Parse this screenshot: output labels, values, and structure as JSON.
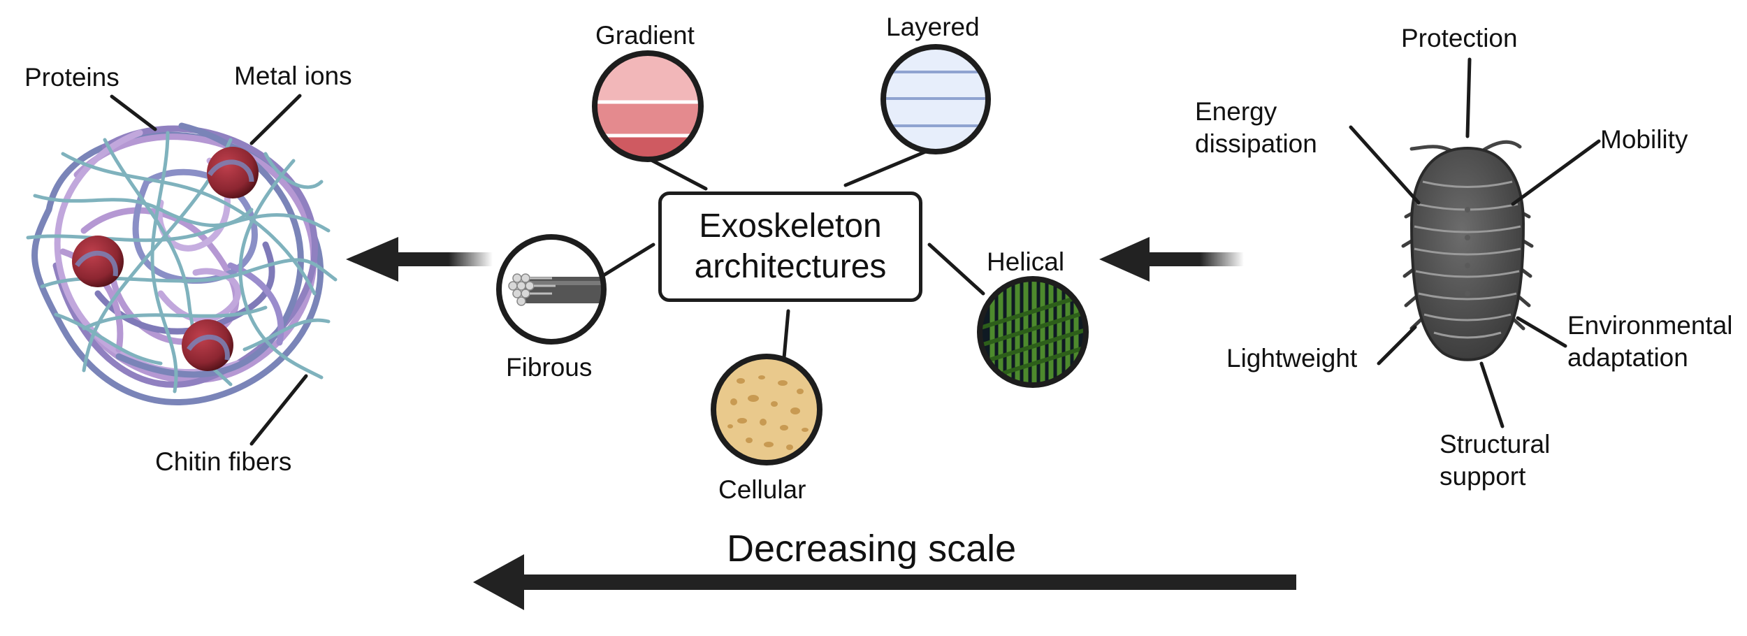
{
  "center": {
    "line1": "Exoskeleton",
    "line2": "architectures"
  },
  "molecular": {
    "proteins": "Proteins",
    "metal_ions": "Metal ions",
    "chitin_fibers": "Chitin fibers"
  },
  "architectures": {
    "gradient": "Gradient",
    "layered": "Layered",
    "fibrous": "Fibrous",
    "helical": "Helical",
    "cellular": "Cellular"
  },
  "functions": {
    "protection": "Protection",
    "energy_dissipation": "Energy\ndissipation",
    "mobility": "Mobility",
    "lightweight": "Lightweight",
    "environmental_adaptation": "Environmental\nadaptation",
    "structural_support": "Structural\nsupport"
  },
  "scale": {
    "label": "Decreasing scale"
  },
  "colors": {
    "gradient_light": "#f2b7b9",
    "gradient_mid": "#e48a8e",
    "gradient_dark": "#cf5a61",
    "layered_fill": "#e7eefb",
    "layered_line": "#8fa3d0",
    "helical_green": "#3f7a25",
    "cellular_fill": "#e9c98c",
    "protein_purple": "#b598d3",
    "protein_blue": "#7a84b8",
    "chitin_teal": "#7fb2bd",
    "metal_ion": "#8c2631",
    "arrow": "#222222",
    "bug_body": "#4a4a4a"
  }
}
